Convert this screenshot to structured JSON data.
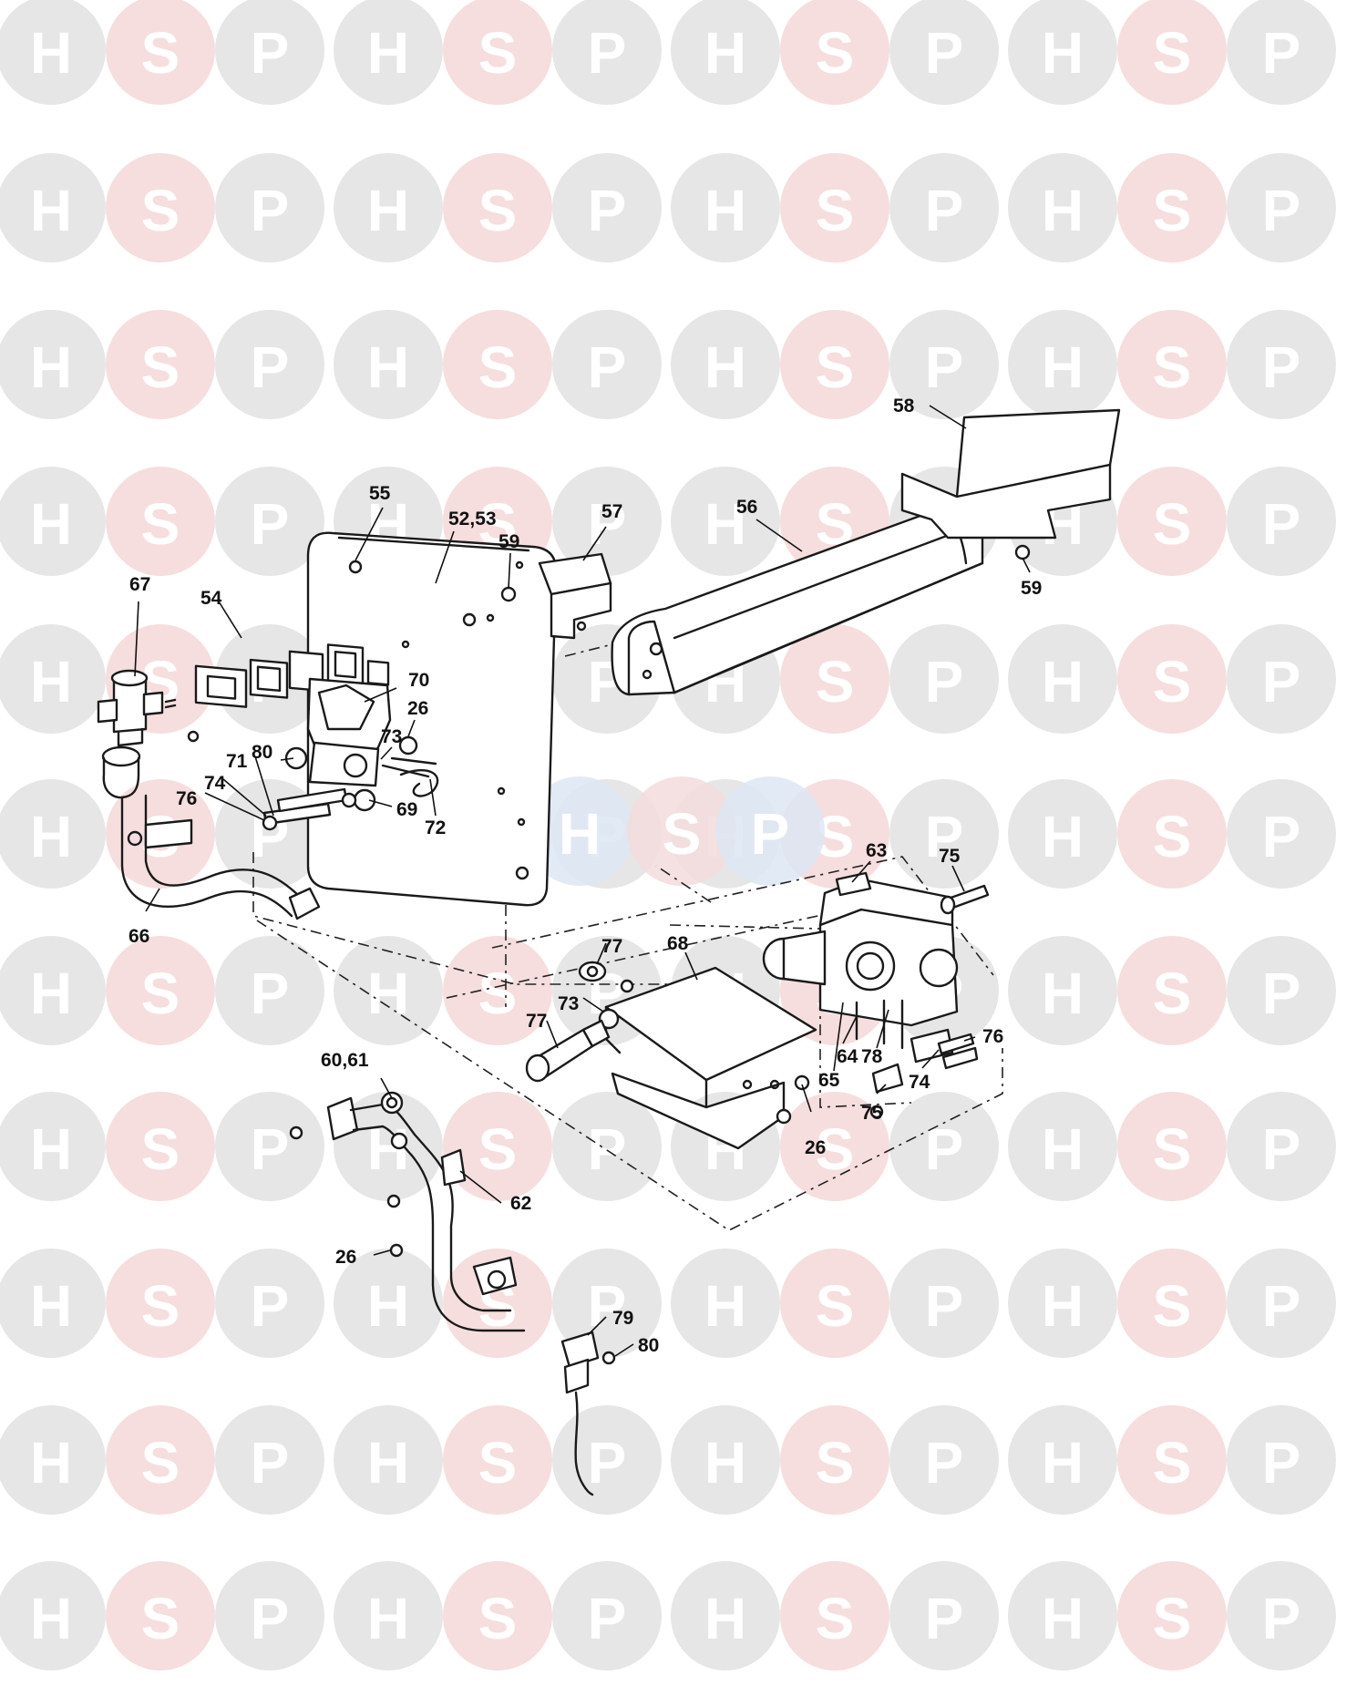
{
  "watermark": {
    "letters": [
      "H",
      "S",
      "P"
    ],
    "colors": {
      "H": "#e6e6e6",
      "S": "#f6dede",
      "P": "#e6e6e6",
      "center_H": "#dde6f3",
      "center_S": "#f3dcdc"
    }
  },
  "diagram": {
    "part_labels": [
      "55",
      "52,53",
      "59",
      "57",
      "56",
      "58",
      "59",
      "67",
      "54",
      "70",
      "26",
      "73",
      "80",
      "71",
      "74",
      "76",
      "69",
      "72",
      "66",
      "63",
      "75",
      "77",
      "68",
      "73",
      "77",
      "64",
      "78",
      "76",
      "65",
      "74",
      "75",
      "26",
      "60,61",
      "62",
      "26",
      "79",
      "80"
    ]
  }
}
